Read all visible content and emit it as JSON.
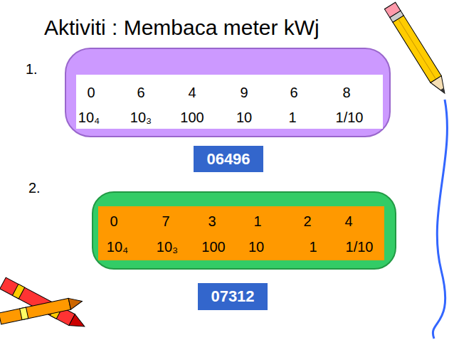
{
  "diagram": {
    "title": "Aktiviti : Membaca meter kWj",
    "nodes": [
      {
        "text": [
          "0",
          "6",
          "4",
          "9",
          "6",
          "8",
          "10₄",
          "10₃",
          "100",
          "10",
          "1",
          "1/10"
        ]
      },
      {
        "text": [
          "06496"
        ]
      },
      {
        "text": [
          "0",
          "7",
          "3",
          "1",
          "2",
          "4",
          "10₄",
          "10₃",
          "100",
          "10",
          "1",
          "1/10"
        ]
      },
      {
        "text": [
          "07312"
        ]
      }
    ],
    "labels": [
      "1.",
      "2."
    ]
  }
}
